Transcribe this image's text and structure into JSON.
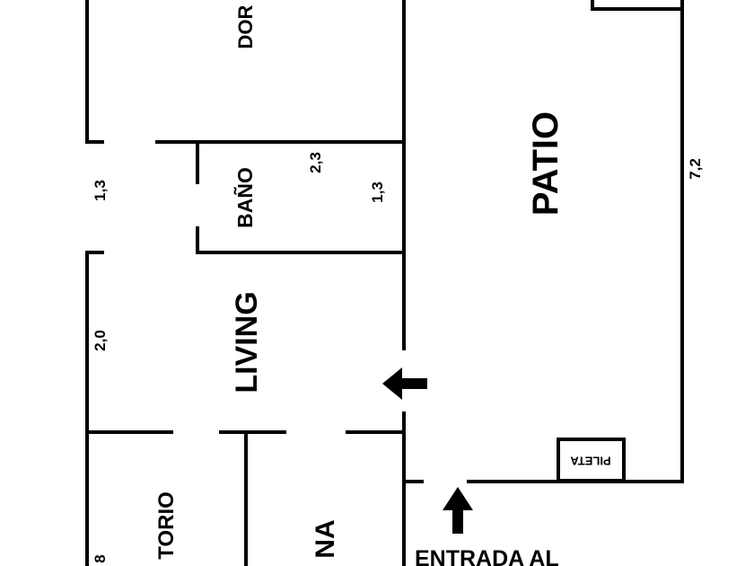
{
  "colors": {
    "wall": "#000000",
    "background": "#ffffff"
  },
  "rooms": {
    "dormitorio": "DOR",
    "bano": "BAÑO",
    "living": "LIVING",
    "patio": "PATIO",
    "escritorio": "TORIO",
    "cocina": "NA",
    "pileta": "PILETA"
  },
  "dimensions": {
    "bano_left": "1,3",
    "bano_top": "2,3",
    "bano_right": "1,3",
    "living": "2,0",
    "patio": "7,2",
    "escritorio": "8"
  },
  "annotations": {
    "entrance": "ENTRADA AL"
  },
  "icons": {
    "living_entry_arrow": "arrow-left-icon",
    "patio_entry_arrow": "arrow-up-icon"
  }
}
